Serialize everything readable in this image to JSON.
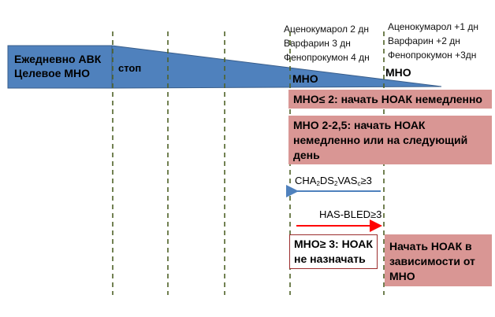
{
  "colors": {
    "triangle_fill": "#4f81bd",
    "triangle_stroke": "#385d8a",
    "rose": "#d99694",
    "dashed_line": "#4f6228",
    "blue_arrow": "#4f81bd",
    "red_arrow": "#ff0000"
  },
  "left_box": {
    "line1": "Ежедневно АВК",
    "line2": "Целевое МНО"
  },
  "stop_label": "стоп",
  "mno_label_1": "МНО",
  "mno_label_2": "МНО",
  "drugs_left": [
    "Аценокумарол 2 дн",
    "Варфарин 3 дн",
    "Фенопрокумон 4 дн"
  ],
  "drugs_right": [
    "Аценокумарол +1 дн",
    "Варфарин +2 дн",
    "Фенопрокумон +3дн"
  ],
  "box_inr_le2": "МНО≤ 2: начать НОАК немедленно",
  "box_inr_2_25": [
    "МНО 2-2,5: начать НОАК",
    "немедленно или на следующий",
    "день"
  ],
  "cha2ds2": {
    "cha": "CHA",
    "s2a": "2",
    "ds": "DS",
    "s2b": "2",
    "vas": "VAS",
    "sc": "c",
    "ge3": "≥3"
  },
  "hasbled": "HAS-BLED≥3",
  "box_no_noac": [
    "МНО≥ 3: НОАК",
    "не назначать"
  ],
  "box_start_noac": [
    "Начать НОАК в",
    "зависимости от",
    "МНО"
  ]
}
